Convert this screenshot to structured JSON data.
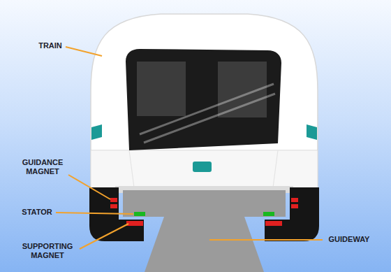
{
  "diagram": {
    "labels": [
      "TRAIN",
      "GUIDANCE MAGNET",
      "STATOR",
      "SUPPORTING MAGNET",
      "GUIDEWAY"
    ]
  }
}
